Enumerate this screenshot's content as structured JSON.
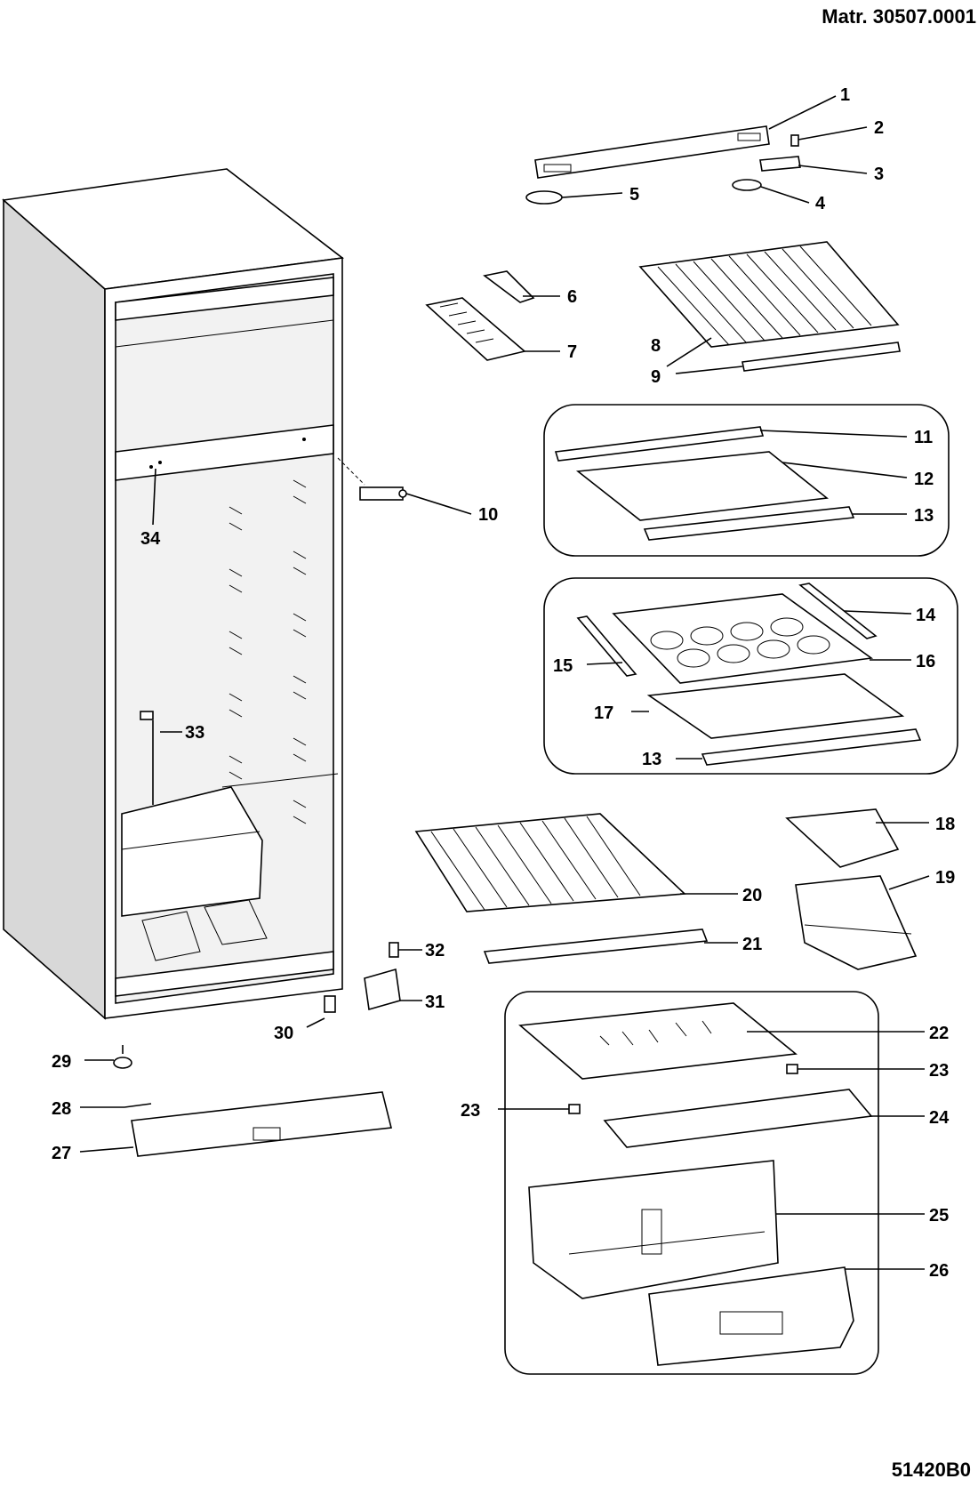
{
  "header": {
    "matr": "Matr. 30507.0001",
    "code": "51420B0"
  },
  "callouts": [
    {
      "num": "1"
    },
    {
      "num": "2"
    },
    {
      "num": "3"
    },
    {
      "num": "4"
    },
    {
      "num": "5"
    },
    {
      "num": "6"
    },
    {
      "num": "7"
    },
    {
      "num": "8"
    },
    {
      "num": "9"
    },
    {
      "num": "10"
    },
    {
      "num": "11"
    },
    {
      "num": "12"
    },
    {
      "num": "13"
    },
    {
      "num": "14"
    },
    {
      "num": "15"
    },
    {
      "num": "16"
    },
    {
      "num": "17"
    },
    {
      "num": "13"
    },
    {
      "num": "18"
    },
    {
      "num": "19"
    },
    {
      "num": "20"
    },
    {
      "num": "21"
    },
    {
      "num": "22"
    },
    {
      "num": "23"
    },
    {
      "num": "23"
    },
    {
      "num": "24"
    },
    {
      "num": "25"
    },
    {
      "num": "26"
    },
    {
      "num": "27"
    },
    {
      "num": "28"
    },
    {
      "num": "29"
    },
    {
      "num": "30"
    },
    {
      "num": "31"
    },
    {
      "num": "32"
    },
    {
      "num": "33"
    },
    {
      "num": "34"
    }
  ]
}
